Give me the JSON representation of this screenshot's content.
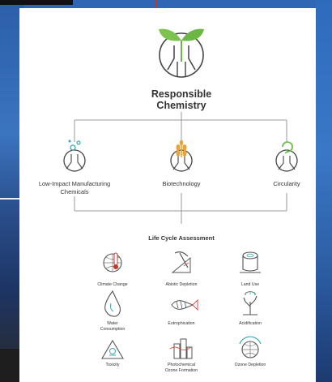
{
  "title": {
    "line1": "Responsible",
    "line2": "Chemistry"
  },
  "pillars": [
    {
      "line1": "Low-Impact Manufacturing",
      "line2": "Chemicals"
    },
    {
      "line1": "Biotechnology",
      "line2": ""
    },
    {
      "line1": "Circularity",
      "line2": ""
    }
  ],
  "lca": {
    "heading": "Life Cycle Assessment",
    "items": [
      {
        "line1": "Climate Change",
        "line2": "",
        "icon": "thermometer-globe-icon"
      },
      {
        "line1": "Abiotic Depletion",
        "line2": "",
        "icon": "pickaxe-icon"
      },
      {
        "line1": "Land Use",
        "line2": "",
        "icon": "tree-stump-icon"
      },
      {
        "line1": "Water",
        "line2": "Consumption",
        "icon": "water-drop-icon"
      },
      {
        "line1": "Eutrophication",
        "line2": "",
        "icon": "fish-skeleton-icon"
      },
      {
        "line1": "Acidification",
        "line2": "",
        "icon": "dead-tree-icon"
      },
      {
        "line1": "Toxicity",
        "line2": "",
        "icon": "skull-warning-icon"
      },
      {
        "line1": "Photochemical",
        "line2": "Ozone Formation",
        "icon": "city-smog-icon"
      },
      {
        "line1": "Ozone Depletion",
        "line2": "",
        "icon": "ozone-globe-icon"
      }
    ]
  },
  "colors": {
    "green": "#6cbf4a",
    "orange": "#e8a33a",
    "teal": "#3fa9b5",
    "text": "#333333",
    "line": "#9a9a9a"
  }
}
